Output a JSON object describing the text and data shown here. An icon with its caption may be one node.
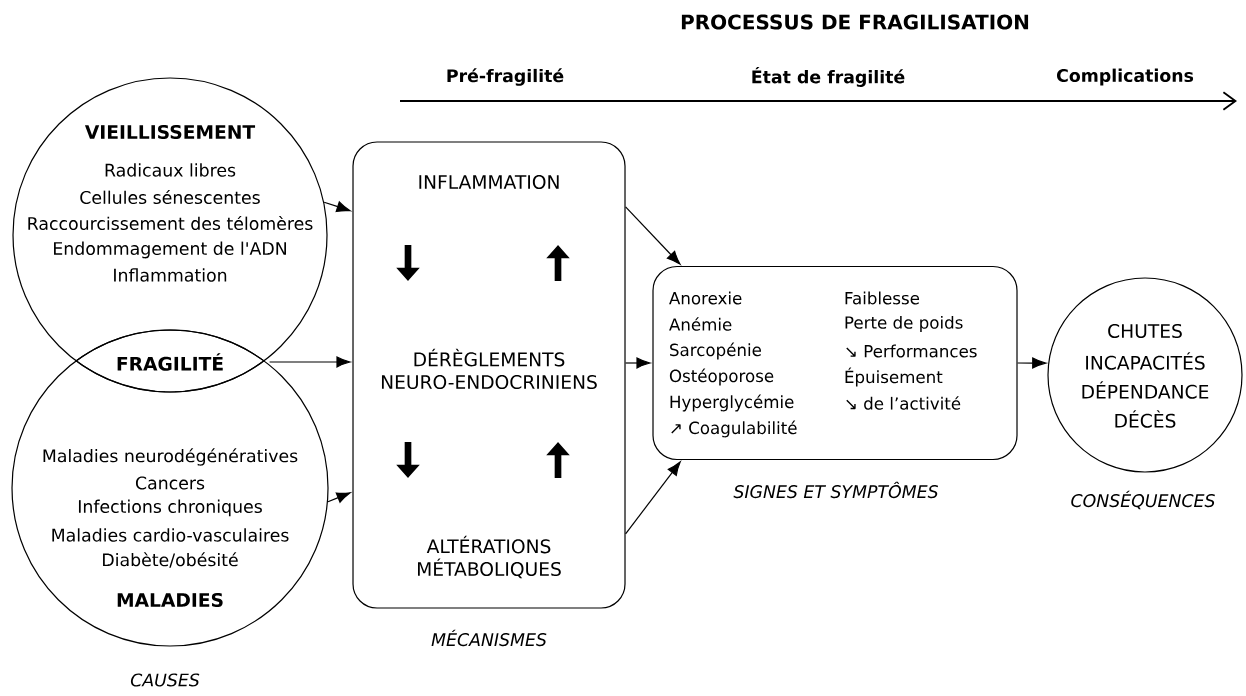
{
  "diagram": {
    "title": "PROCESSUS DE FRAGILISATION",
    "nodes": [
      {
        "text": [
          "VIEILLISSEMENT",
          "Radicaux libres",
          "Cellules sénescentes",
          "Raccourcissement des télomères",
          "Endommagement de l'ADN",
          "Inflammation"
        ]
      },
      {
        "text": [
          "FRAGILITÉ"
        ]
      },
      {
        "text": [
          "Maladies neurodégénératives",
          "Cancers",
          "Infections chroniques",
          "Maladies cardio-vasculaires",
          "Diabète/obésité",
          "MALADIES"
        ]
      },
      {
        "text": [
          "INFLAMMATION",
          "DÉRÈGLEMENTS NEURO-ENDOCRINIENS",
          "ALTÉRATIONS MÉTABOLIQUES"
        ],
        "beside": [
          "MÉCANISMES"
        ]
      },
      {
        "text": [
          "Anorexie",
          "Anémie",
          "Sarcopénie",
          "Ostéoporose",
          "Hyperglycémie",
          "↗ Coagulabilité",
          "Faiblesse",
          "Perte de poids",
          "↘ Performances",
          "Épuisement",
          "↘ de l’activité"
        ],
        "beside": [
          "SIGNES ET SYMPTÔMES"
        ]
      },
      {
        "text": [
          "CHUTES",
          "INCAPACITÉS",
          "DÉPENDANCE",
          "DÉCÈS"
        ],
        "beside": [
          "CONSÉQUENCES"
        ]
      }
    ],
    "edges": [
      {
        "from": 0,
        "to": 3,
        "arrow": "to"
      },
      {
        "from": 1,
        "to": 3,
        "arrow": "to"
      },
      {
        "from": 2,
        "to": 3,
        "arrow": "to"
      },
      {
        "from": 3,
        "to": 4,
        "arrow": "to"
      },
      {
        "from": 3,
        "to": 4,
        "arrow": "to"
      },
      {
        "from": 3,
        "to": 4,
        "arrow": "to"
      },
      {
        "from": 4,
        "to": 5,
        "arrow": "to"
      }
    ],
    "labels": [
      "Pré-fragilité",
      "État de fragilité",
      "Complications",
      "CAUSES"
    ]
  }
}
